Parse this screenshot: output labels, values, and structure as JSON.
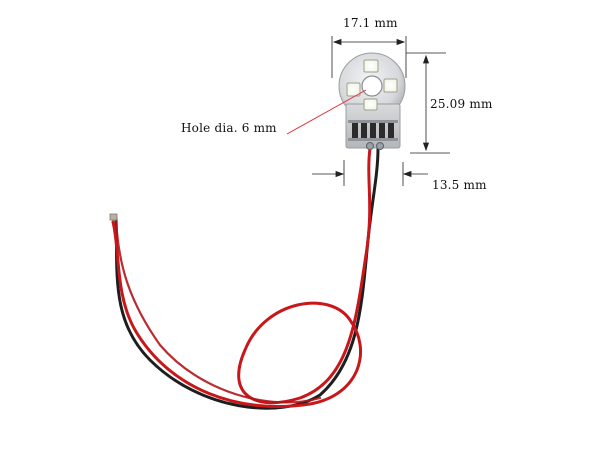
{
  "annotations": {
    "width": "17.1 mm",
    "height": "25.09 mm",
    "depth": "13.5 mm",
    "hole": "Hole dia. 6 mm"
  },
  "colors": {
    "background": "#ffffff",
    "wire_red": "#c8171b",
    "wire_black": "#1e1e1e",
    "pcb_silver": "#d9dadc",
    "pointer_red": "#e0303a",
    "dimension_line": "#222222"
  }
}
